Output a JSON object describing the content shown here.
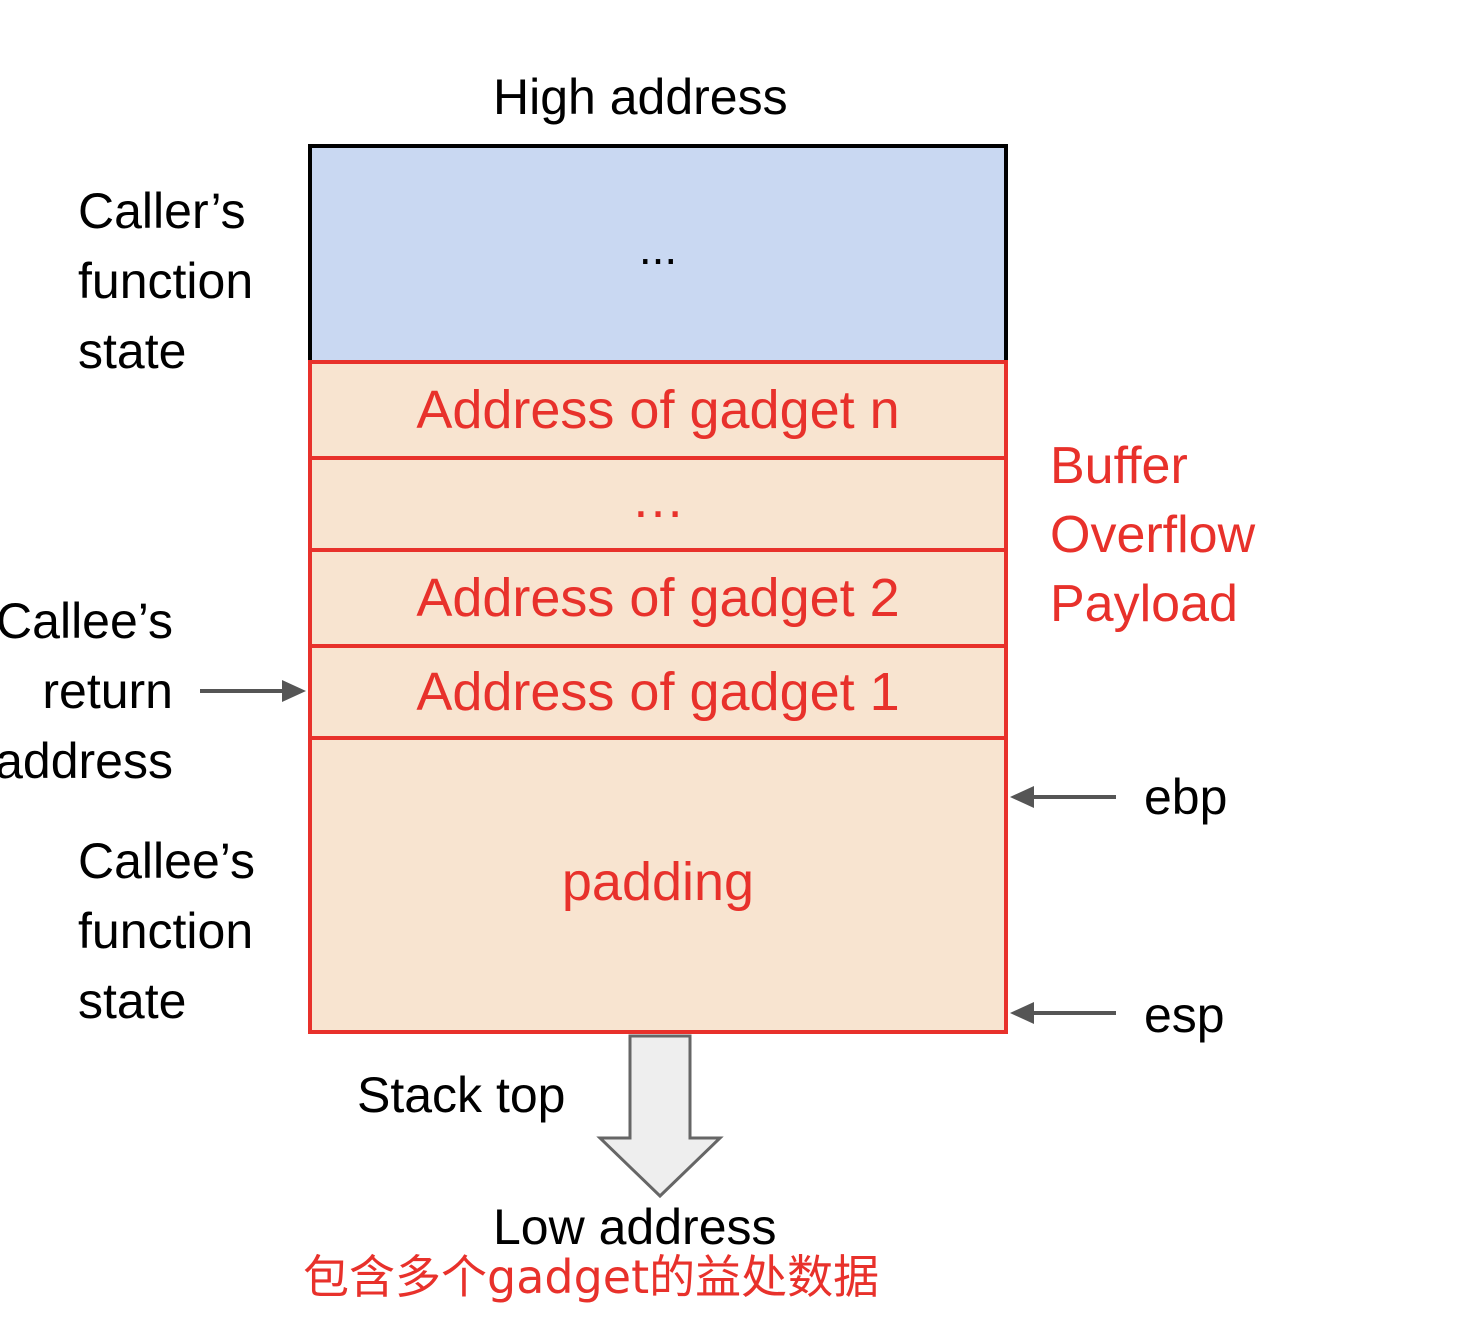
{
  "diagram": {
    "high_address": "High address",
    "low_address": "Low address",
    "stack_top": "Stack top",
    "caller_state": {
      "line1": "Caller’s",
      "line2": "function",
      "line3": "state"
    },
    "callee_return": {
      "line1": "Callee’s",
      "line2": "return",
      "line3": "address"
    },
    "callee_state": {
      "line1": "Callee’s",
      "line2": "function",
      "line3": "state"
    },
    "caller_block_text": "...",
    "payload_cells": [
      "Address of gadget n",
      "…",
      "Address of gadget 2",
      "Address of gadget 1"
    ],
    "padding_text": "padding",
    "payload_label": {
      "line1": "Buffer",
      "line2": "Overflow",
      "line3": "Payload"
    },
    "ebp": "ebp",
    "esp": "esp",
    "caption": "包含多个gadget的益处数据"
  },
  "colors": {
    "caller_fill": "#c9d8f2",
    "payload_fill": "#f8e4d0",
    "payload_red": "#e8312b",
    "arrow_gray": "#555555",
    "stack_arrow_fill": "#eeeeee"
  }
}
